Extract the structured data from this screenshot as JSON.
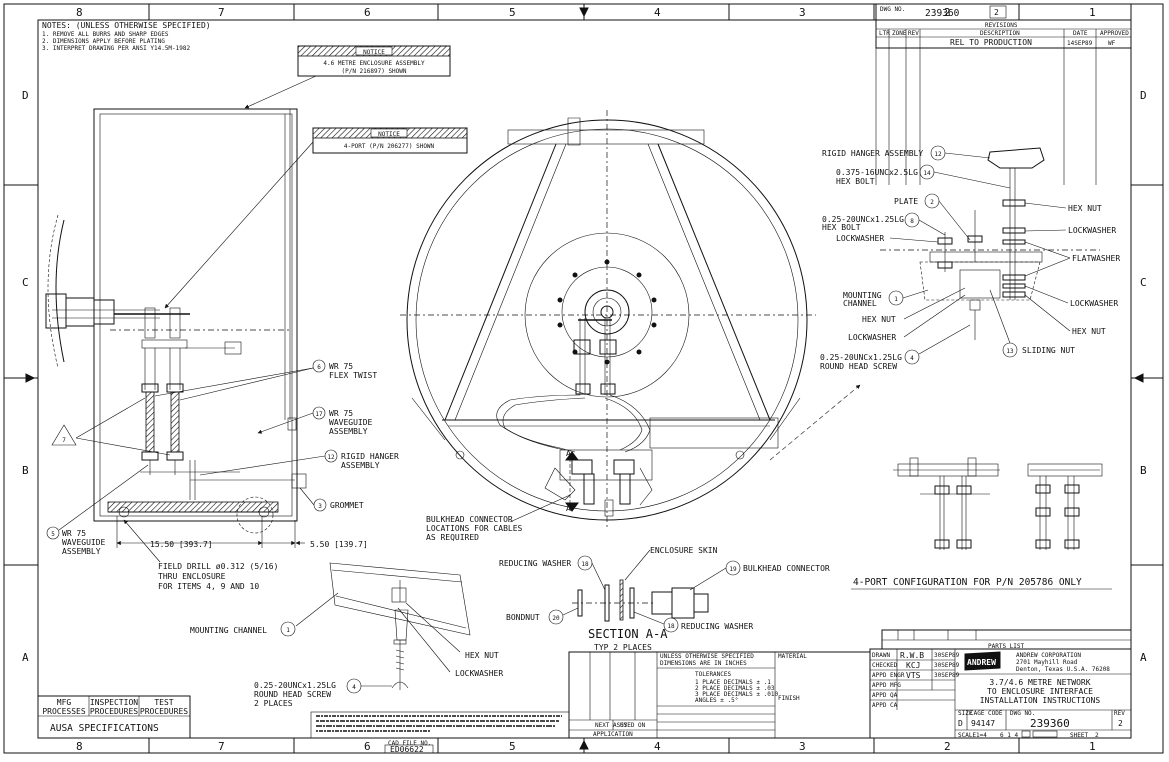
{
  "zone_columns_top": [
    "8",
    "7",
    "6",
    "5",
    "4",
    "3",
    "2",
    "1"
  ],
  "zone_columns_bottom": [
    "8",
    "7",
    "6",
    "5",
    "4",
    "3",
    "2",
    "1"
  ],
  "zone_rows": [
    "D",
    "C",
    "B",
    "A"
  ],
  "notes": {
    "title": "NOTES: (UNLESS OTHERWISE SPECIFIED)",
    "items": [
      "1. REMOVE ALL BURRS AND SHARP EDGES",
      "2. DIMENSIONS APPLY BEFORE PLATING",
      "3. INTERPRET DRAWING PER ANSI Y14.5M-1982"
    ]
  },
  "notices": [
    {
      "header": "NOTICE",
      "line1": "4.6 METRE ENCLOSURE ASSEMBLY",
      "line2": "(P/N 216897) SHOWN"
    },
    {
      "header": "NOTICE",
      "line1": "4-PORT (P/N 206277) SHOWN",
      "line2": ""
    }
  ],
  "side_view_callouts": [
    {
      "num": "6",
      "text": "WR 75\nFLEX TWIST"
    },
    {
      "num": "17",
      "text": "WR 75\nWAVEGUIDE\nASSEMBLY"
    },
    {
      "num": "12",
      "text": "RIGID HANGER\nASSEMBLY"
    },
    {
      "num": "3",
      "text": "GROMMET"
    },
    {
      "num": "5",
      "text": "WR 75\nWAVEGUIDE\nASSEMBLY"
    },
    {
      "num": "7",
      "text": ""
    }
  ],
  "dimensions": {
    "dim1": "15.50 [393.7]",
    "dim2": "5.50 [139.7]"
  },
  "field_drill": "FIELD DRILL ø0.312 (5/16)\nTHRU ENCLOSURE\nFOR ITEMS 4, 9 AND 10",
  "mounting_channel_label": "MOUNTING CHANNEL",
  "mounting_channel_num": "1",
  "lower_detail": {
    "hex_nut": "HEX NUT",
    "lockwasher": "LOCKWASHER",
    "screw_num": "4",
    "screw_text": "0.25-20UNCx1.25LG\nROUND HEAD SCREW\n2 PLACES"
  },
  "bulkhead_note": "BULKHEAD CONNECTOR\nLOCATIONS FOR CABLES\nAS REQUIRED",
  "section": {
    "reducing_washer_top": "REDUCING WASHER",
    "reducing_washer_top_num": "18",
    "enclosure_skin": "ENCLOSURE SKIN",
    "bulkhead_connector": "BULKHEAD CONNECTOR",
    "bulkhead_connector_num": "19",
    "bondnut": "BONDNUT",
    "bondnut_num": "20",
    "reducing_washer_bottom": "REDUCING WASHER",
    "reducing_washer_bottom_num": "18",
    "title": "SECTION A-A",
    "subtitle": "TYP 2 PLACES"
  },
  "hanger_detail": {
    "rigid_hanger": "RIGID HANGER ASSEMBLY",
    "rigid_hanger_num": "12",
    "hex_bolt": "0.375-16UNCx2.5LG\nHEX BOLT",
    "hex_bolt_num": "14",
    "plate": "PLATE",
    "plate_num": "2",
    "hex_bolt2": "0.25-20UNCx1.25LG\nHEX BOLT",
    "hex_bolt2_num": "8",
    "lockwasher1": "LOCKWASHER",
    "hex_nut_r": "HEX NUT",
    "lockwasher_r": "LOCKWASHER",
    "flatwasher": "FLATWASHER",
    "mounting_channel": "MOUNTING\nCHANNEL",
    "mounting_channel_num": "1",
    "hex_nut_l": "HEX NUT",
    "lockwasher_l": "LOCKWASHER",
    "lockwasher_r2": "LOCKWASHER",
    "hex_nut_r2": "HEX NUT",
    "sliding_nut": "SLIDING NUT",
    "sliding_nut_num": "13",
    "screw": "0.25-20UNCx1.25LG\nROUND HEAD SCREW",
    "screw_num": "4"
  },
  "four_port_label": "4-PORT CONFIGURATION FOR P/N 205786 ONLY",
  "revisions": {
    "dwg_no": "239360",
    "sheet_box": "2",
    "title": "REVISIONS",
    "headers": [
      "LTR",
      "ZONE",
      "REV",
      "DESCRIPTION",
      "DATE",
      "APPROVED"
    ],
    "row": {
      "description": "REL TO PRODUCTION",
      "date": "14SEP89",
      "approved": "WF"
    }
  },
  "parts_list": {
    "title": "PARTS LIST"
  },
  "title_block": {
    "company": "ANDREW",
    "company_info": "ANDREW CORPORATION\n2701 Mayhill Road\nDenton, Texas  U.S.A. 76208",
    "title": "3.7/4.6 METRE NETWORK\nTO ENCLOSURE INTERFACE\nINSTALLATION INSTRUCTIONS",
    "size": "D",
    "cage": "94147",
    "dwg_no": "239360",
    "rev": "2",
    "scale": "1=4",
    "sheet": "6 1 4",
    "drawn": "R.W.B",
    "drawn_date": "30SEP89",
    "checked": "KCJ",
    "checked_date": "30SEP89",
    "approved": "VTS",
    "approved_date": "30SEP89"
  },
  "tolerances": {
    "header1": "UNLESS OTHERWISE SPECIFIED",
    "header2": "DIMENSIONS ARE IN INCHES",
    "title": "TOLERANCES",
    "lines": [
      "1 PLACE DECIMALS ± .1",
      "2 PLACE DECIMALS ± .03",
      "3 PLACE DECIMALS ± .010",
      "ANGLES ± .5°"
    ],
    "material": "MATERIAL",
    "finish": "FINISH",
    "next_assy": "NEXT ASSY",
    "used_on": "USED ON",
    "application": "APPLICATION"
  },
  "bottom_left": {
    "headers": [
      "MFG\nPROCESSES",
      "INSPECTION\nPROCEDURES",
      "TEST\nPROCEDURES"
    ],
    "specs": "AUSA SPECIFICATIONS"
  },
  "cad_file": {
    "label": "CAD FILE NO.",
    "value": "ED06622"
  }
}
